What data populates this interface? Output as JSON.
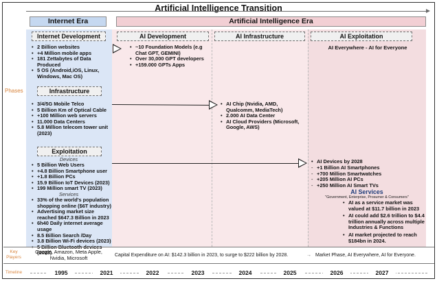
{
  "title": "Artificial Intelligence Transition",
  "eras": {
    "internet": "Internet Era",
    "ai": "Artificial Intelligence Era"
  },
  "row_labels": {
    "phases": "Phases",
    "key_players": "Key Players",
    "timeline": "Timeline"
  },
  "internet": {
    "development": {
      "title": "Internet Development",
      "items": [
        "2  Billion websites",
        "+4 Million mobile apps",
        "181 Zettabytes of Data Produced",
        "5 OS (Android,iOS, Linux, Windows, Mac OS)"
      ]
    },
    "infrastructure": {
      "title": "Infrastructure",
      "items": [
        "3/4/5G Mobile Telco",
        "5 Billion Km of Optical Cable",
        "+100 Million web servers",
        "11.000 Data Centers",
        "5.8 Million telecom tower unit (2023)"
      ]
    },
    "exploitation": {
      "title": "Exploitation",
      "devices_label": "Devices",
      "devices": [
        "5 Billion Web Users",
        "+4.8 Billion Smartphone user",
        "+1.8 Billion PCs",
        "15.9 Billion IoT Devices (2023)",
        "199 Million smart TV (2023)"
      ],
      "services_label": "Services",
      "services": [
        "33% of the world's population shopping online ($6T industry)",
        "Advertising market size reached $647.3 Billion in 2023",
        "6h40 Daily internet average usage",
        "8.5 Billion Search /Day",
        "3.8 Billion Wi-Fi devices (2023)",
        "5 Billion Bluetooth devices (2023)"
      ]
    },
    "key_players": "Google, Amazon, Meta Apple, Nvidia, Microsoft"
  },
  "ai": {
    "development": {
      "title": "AI Development",
      "items": [
        "~10 Foundation Models (e.g Chat GPT, GEMINI)",
        "Over 30,000 GPT developers",
        "+159.000 GPTs Apps"
      ]
    },
    "infrastructure": {
      "title": "AI Infrastructure",
      "items": [
        "AI Chip (Nvidia, AMD, Qualcomm, MediaTech)",
        "2.000 AI Data Center",
        "AI Cloud Providers (Microsoft, Google, AWS)"
      ]
    },
    "exploitation": {
      "title": "AI Exploitation",
      "tagline": "AI Everywhere - AI for Everyone",
      "devices_title": "AI Devices by 2028",
      "devices": [
        "+1 Billion AI Smartphones",
        "+700 Million  Smartwatches",
        "+205 Million AI PCs",
        "+250 Million AI Smart TVs"
      ],
      "services_title": "AI Services",
      "services_subtitle": "\"Government, Enterprise, Prosumer & Consumers\"",
      "services": [
        "AI as a service market was valued at $11.7 billion in 2023",
        "AI could add  $2.6 trillion to $4.4 trillion annually across multiple Industries & Functions",
        "AI market projected to reach $184bn in 2024."
      ]
    },
    "key_players_capex": "Capital Expenditure on AI: $142.3 billion in 2023, to surge to $222 billion by 2028.",
    "key_players_market": "Market Phase, AI Everywhere, AI for Everyone."
  },
  "timeline": [
    "1995",
    "2021",
    "2022",
    "2023",
    "2024",
    "2025",
    "2026",
    "2027"
  ]
}
